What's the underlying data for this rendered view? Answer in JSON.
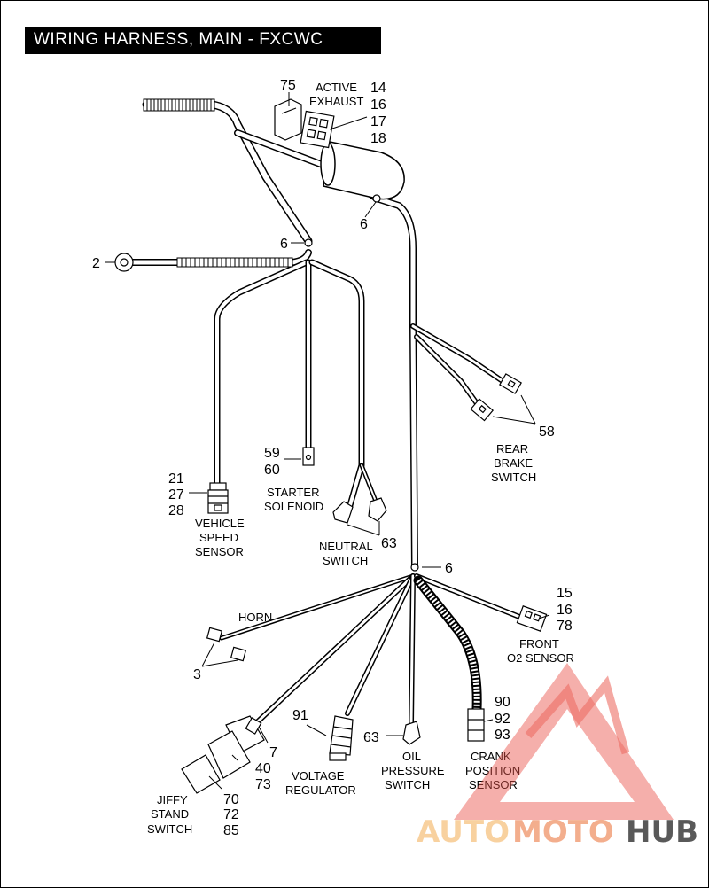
{
  "title": "WIRING HARNESS, MAIN - FXCWC",
  "callouts": {
    "active_exhaust_top": "ACTIVE",
    "active_exhaust_bottom": "EXHAUST",
    "n75": "75",
    "n14": "14",
    "n16a": "16",
    "n17": "17",
    "n18": "18",
    "n6a": "6",
    "n6b": "6",
    "n6c": "6",
    "n2": "2",
    "n58": "58",
    "rear_brake_1": "REAR",
    "rear_brake_2": "BRAKE",
    "rear_brake_3": "SWITCH",
    "n59": "59",
    "n60": "60",
    "starter_1": "STARTER",
    "starter_2": "SOLENOID",
    "n21": "21",
    "n27": "27",
    "n28": "28",
    "vss_1": "VEHICLE",
    "vss_2": "SPEED",
    "vss_3": "SENSOR",
    "neutral_1": "NEUTRAL",
    "neutral_2": "SWITCH",
    "n63a": "63",
    "n15": "15",
    "n16b": "16",
    "n78": "78",
    "front_o2_1": "FRONT",
    "front_o2_2": "O2 SENSOR",
    "horn": "HORN",
    "n3": "3",
    "n91": "91",
    "n7": "7",
    "n40": "40",
    "n73": "73",
    "n70": "70",
    "n72": "72",
    "n85": "85",
    "jiffy_1": "JIFFY",
    "jiffy_2": "STAND",
    "jiffy_3": "SWITCH",
    "volt_1": "VOLTAGE",
    "volt_2": "REGULATOR",
    "n63b": "63",
    "oil_1": "OIL",
    "oil_2": "PRESSURE",
    "oil_3": "SWITCH",
    "n90": "90",
    "n92": "92",
    "n93": "93",
    "crank_1": "CRANK",
    "crank_2": "POSITION",
    "crank_3": "SENSOR"
  },
  "watermark": {
    "part1": "AUTO",
    "part2": "MOTO",
    "part3": "HUB",
    "color_light": "#f7c98f",
    "color_accent": "#f2a07a",
    "color_dark": "#3d3d3d",
    "triangle_color": "#e9534a"
  }
}
